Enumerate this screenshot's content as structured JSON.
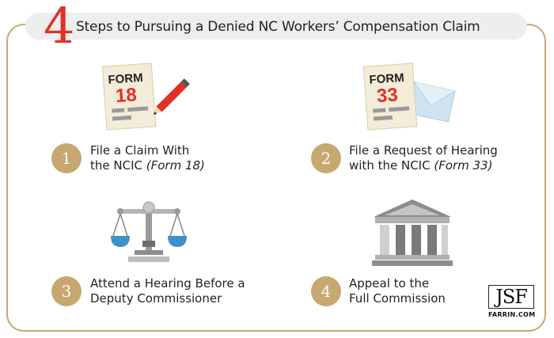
{
  "header": {
    "number": "4",
    "title": "Steps to Pursuing a Denied NC Workers’ Compensation Claim"
  },
  "colors": {
    "accent_gold": "#c6a870",
    "accent_red": "#e03127",
    "form_red": "#e03127",
    "banner_gray": "#eeeeee",
    "scale_blue": "#3f8fc9"
  },
  "steps": [
    {
      "number": "1",
      "line1": "File a Claim With",
      "line2_prefix": "the NCIC ",
      "line2_italic": "(Form 18)",
      "icon": "form-18-with-pencil-icon",
      "form_label": "FORM",
      "form_number": "18"
    },
    {
      "number": "2",
      "line1": "File a Request of Hearing",
      "line2_prefix": "with the NCIC ",
      "line2_italic": "(Form 33)",
      "icon": "form-33-with-envelope-icon",
      "form_label": "FORM",
      "form_number": "33"
    },
    {
      "number": "3",
      "line1": "Attend a Hearing Before a",
      "line2_prefix": "Deputy Commissioner",
      "line2_italic": "",
      "icon": "scales-of-justice-icon"
    },
    {
      "number": "4",
      "line1": "Appeal to the",
      "line2_prefix": "Full Commission",
      "line2_italic": "",
      "icon": "courthouse-icon"
    }
  ],
  "logo": {
    "mark": "JSF",
    "site": "FARRIN.COM"
  }
}
